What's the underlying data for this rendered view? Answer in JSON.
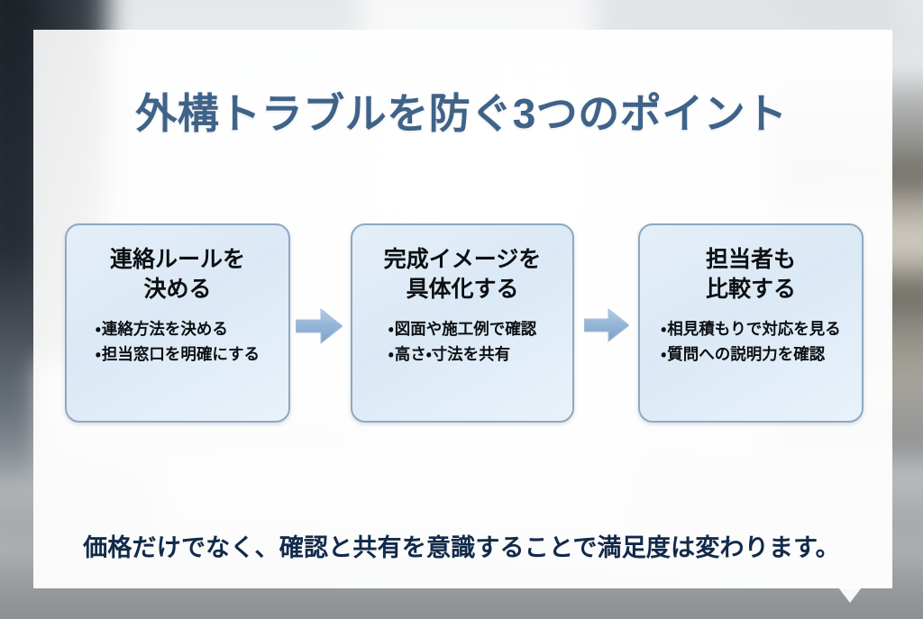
{
  "slide": {
    "title": "外構トラブルを防ぐ3つのポイント",
    "footer": "価格だけでなく、確認と共有を意識することで満足度は変わります。",
    "colors": {
      "title_text": "#3f6388",
      "footer_text": "#122a4a",
      "card_fill": "#dde9f6",
      "card_border": "#8fa8c0",
      "arrow_fill": "#8fb0d4",
      "panel_bg": "#ffffff"
    },
    "cards": [
      {
        "heading": "連絡ルールを\n決める",
        "bullets": [
          "連絡方法を決める",
          "担当窓口を明確にする"
        ]
      },
      {
        "heading": "完成イメージを\n具体化する",
        "bullets": [
          "図面や施工例で確認",
          "高さ・寸法を共有"
        ]
      },
      {
        "heading": "担当者も\n比較する",
        "bullets": [
          "相見積もりで対応を見る",
          "質問への説明力を確認"
        ]
      }
    ],
    "arrows": [
      {
        "icon": "arrow-right-icon"
      },
      {
        "icon": "arrow-right-icon"
      }
    ]
  }
}
